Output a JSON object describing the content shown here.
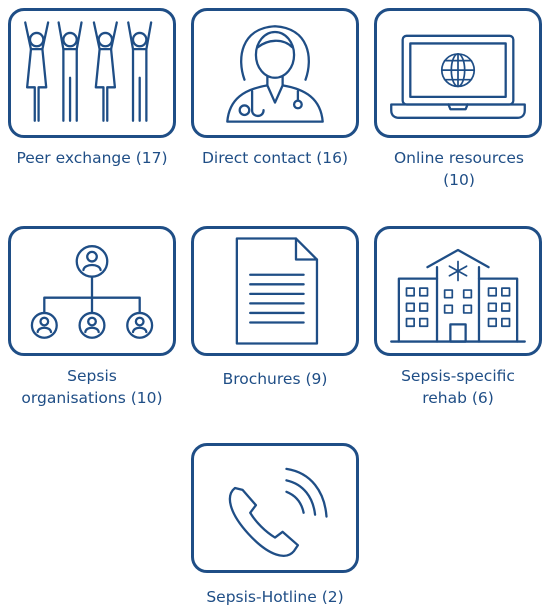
{
  "colors": {
    "accent": "#1f4e86",
    "background": "#ffffff"
  },
  "items": [
    {
      "icon": "people-cheering-icon",
      "label": "Peer exchange (17)"
    },
    {
      "icon": "doctor-icon",
      "label": "Direct contact (16)"
    },
    {
      "icon": "laptop-globe-icon",
      "label": "Online resources (10)"
    },
    {
      "icon": "organisation-chart-icon",
      "label": "Sepsis organisations (10)"
    },
    {
      "icon": "document-icon",
      "label": "Brochures (9)"
    },
    {
      "icon": "hospital-icon",
      "label": "Sepsis-specific rehab (6)"
    },
    {
      "icon": "phone-icon",
      "label": "Sepsis-Hotline (2)"
    }
  ]
}
